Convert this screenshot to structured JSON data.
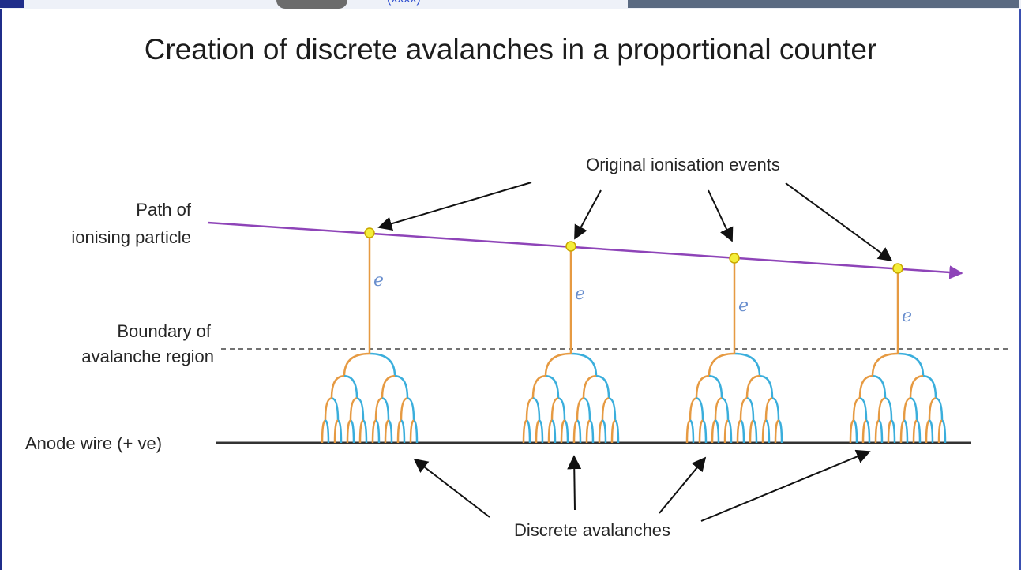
{
  "slide": {
    "top_partial_text": "(xxxx)",
    "title": "Creation of discrete avalanches in a proportional counter"
  },
  "labels": {
    "original_events": "Original ionisation events",
    "path_line1": "Path of",
    "path_line2": "ionising particle",
    "boundary_line1": "Boundary of",
    "boundary_line2": "avalanche region",
    "anode": "Anode wire  (+ ve)",
    "discrete": "Discrete avalanches",
    "electron_symbol": "e"
  },
  "colors": {
    "particle_path": "#8e44b8",
    "event_dot": "#f4ee3a",
    "electron_track": "#e69a42",
    "avalanche_blue": "#3aaedc",
    "anode": "#333333",
    "arrow": "#111111",
    "electron_label": "#6a8fce"
  },
  "events_count": 4
}
